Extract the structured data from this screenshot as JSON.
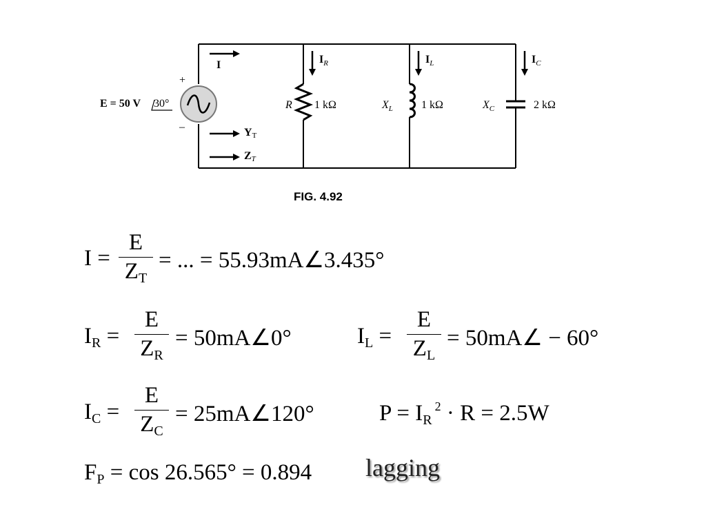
{
  "figure": {
    "caption": "FIG. 4.92",
    "source_label": "E = 50 V",
    "source_angle": "30°",
    "plus": "+",
    "minus": "–",
    "current_I": "I",
    "Yt": "Y",
    "Yt_sub": "T",
    "Zt": "Z",
    "Zt_sub": "T",
    "IR": "I",
    "IR_sub": "R",
    "IL": "I",
    "IL_sub": "L",
    "IC": "I",
    "IC_sub": "C",
    "R_sym": "R",
    "R_val": "1 kΩ",
    "XL_sym": "X",
    "XL_sub": "L",
    "XL_val": "1 kΩ",
    "XC_sym": "X",
    "XC_sub": "C",
    "XC_val": "2 kΩ"
  },
  "equations": {
    "eq1": {
      "lhs": "I",
      "eq": "=",
      "num": "E",
      "den": "Z",
      "den_sub": "T",
      "rhs": "= ... = 55.93mA∠3.435°"
    },
    "eq2a": {
      "lhs": "I",
      "lhs_sub": "R",
      "eq": "=",
      "num": "E",
      "den": "Z",
      "den_sub": "R",
      "rhs": "= 50mA∠0°"
    },
    "eq2b": {
      "lhs": "I",
      "lhs_sub": "L",
      "eq": "=",
      "num": "E",
      "den": "Z",
      "den_sub": "L",
      "rhs": "= 50mA∠ − 60°"
    },
    "eq3a": {
      "lhs": "I",
      "lhs_sub": "C",
      "eq": "=",
      "num": "E",
      "den": "Z",
      "den_sub": "C",
      "rhs": "= 25mA∠120°"
    },
    "eq3b": {
      "pre": "P = I",
      "sub": "R",
      "sup": "2",
      "post": "· R = 2.5W"
    },
    "eq4": {
      "lhs": "F",
      "lhs_sub": "P",
      "rhs": "= cos 26.565° = 0.894"
    }
  },
  "note": "lagging"
}
